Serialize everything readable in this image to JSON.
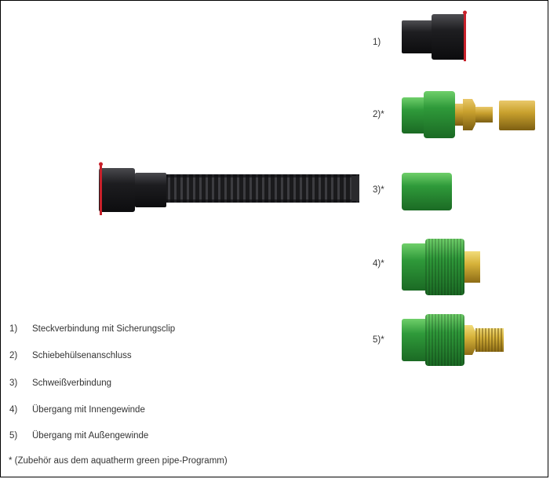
{
  "parts": [
    {
      "id": "1",
      "label": "1)"
    },
    {
      "id": "2",
      "label": "2)*"
    },
    {
      "id": "3",
      "label": "3)*"
    },
    {
      "id": "4",
      "label": "4)*"
    },
    {
      "id": "5",
      "label": "5)*"
    }
  ],
  "legend": [
    {
      "num": "1)",
      "text": "Steckverbindung mit Sicherungsclip"
    },
    {
      "num": "2)",
      "text": "Schiebehülsenanschluss"
    },
    {
      "num": "3)",
      "text": "Schweißverbindung"
    },
    {
      "num": "4)",
      "text": "Übergang mit Innengewinde"
    },
    {
      "num": "5)",
      "text": "Übergang mit Außengewinde"
    }
  ],
  "footnote": "* (Zubehör aus dem aquatherm green pipe-Programm)",
  "colors": {
    "black_part": "#1b1b1d",
    "green_part": "#2f9a3a",
    "brass": "#c9a12e",
    "clip_red": "#c8202a"
  }
}
